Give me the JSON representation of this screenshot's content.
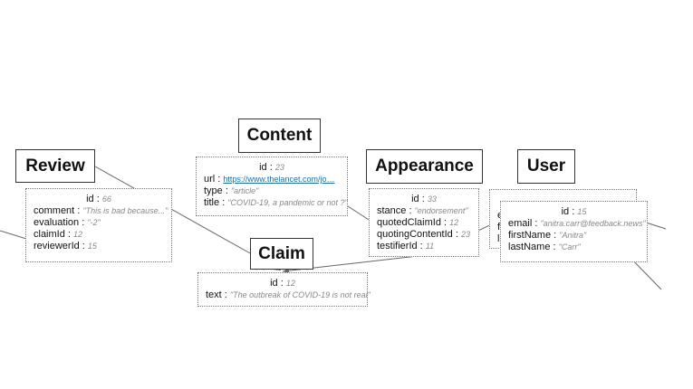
{
  "entities": {
    "review": {
      "title": "Review",
      "id": {
        "label": "id :",
        "value": "66"
      },
      "fields": [
        {
          "label": "comment :",
          "value": "\"This is bad because...\""
        },
        {
          "label": "evaluation :",
          "value": "\"-2\""
        },
        {
          "label": "claimId :",
          "value": "12"
        },
        {
          "label": "reviewerId :",
          "value": "15"
        }
      ]
    },
    "content": {
      "title": "Content",
      "id": {
        "label": "id :",
        "value": "23"
      },
      "fields": [
        {
          "label": "url :",
          "value": "https://www.thelancet.com/jo…",
          "link": true
        },
        {
          "label": "type :",
          "value": "\"article\""
        },
        {
          "label": "title :",
          "value": "\"COVID-19, a pandemic or not ?\""
        }
      ]
    },
    "appearance": {
      "title": "Appearance",
      "id": {
        "label": "id :",
        "value": "33"
      },
      "fields": [
        {
          "label": "stance :",
          "value": "\"endorsement\""
        },
        {
          "label": "quotedClaimId :",
          "value": "12"
        },
        {
          "label": "quotingContentId :",
          "value": "23"
        },
        {
          "label": "testifierId :",
          "value": "11"
        }
      ]
    },
    "claim": {
      "title": "Claim",
      "id": {
        "label": "id :",
        "value": "12"
      },
      "fields": [
        {
          "label": "text :",
          "value": "\"The outbreak of COVID-19 is not real\""
        }
      ]
    },
    "user": {
      "title": "User",
      "id": {
        "label": "id :",
        "value": "15"
      },
      "fields": [
        {
          "label": "email :",
          "value": "\"anitra.carr@feedback.news\""
        },
        {
          "label": "firstName :",
          "value": "\"Anitra\""
        },
        {
          "label": "lastName :",
          "value": "\"Carr\""
        }
      ],
      "ghost_letters": [
        "e",
        "fi",
        "la"
      ]
    }
  },
  "colors": {
    "edge": "#666666",
    "link": "#1a6fa8",
    "value": "#888888"
  }
}
